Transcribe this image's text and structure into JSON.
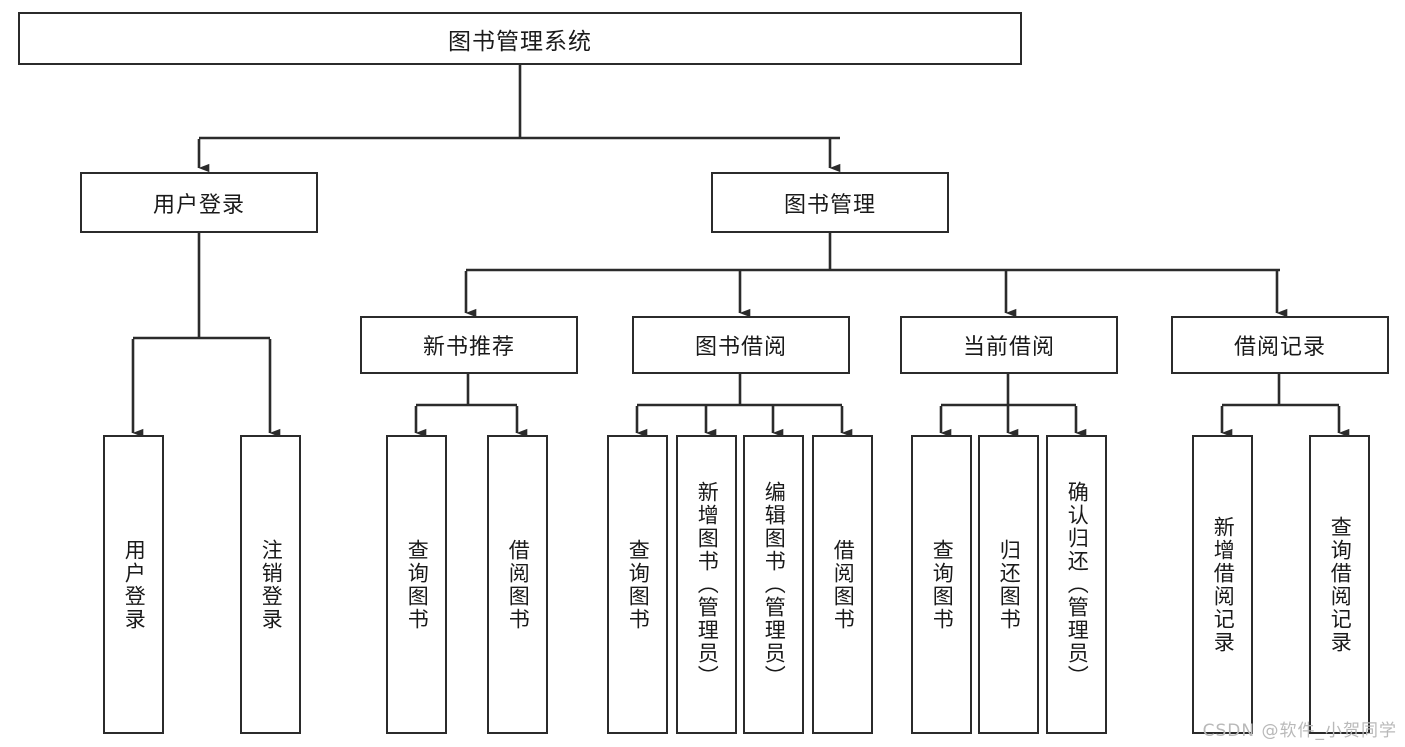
{
  "diagram": {
    "title": "图书管理系统",
    "type": "hierarchical-tree",
    "watermark": "CSDN @软件_小贺同学",
    "colors": {
      "background": "#ffffff",
      "box_border": "#2b2b2b",
      "box_fill": "#ffffff",
      "edge": "#2b2b2b",
      "text": "#1a1a1a",
      "watermark": "#b9b9b9"
    },
    "levels": {
      "level1": [
        {
          "id": "root",
          "label": "图书管理系统"
        }
      ],
      "level2": [
        {
          "id": "user-login",
          "label": "用户登录",
          "parent": "root"
        },
        {
          "id": "book-manage",
          "label": "图书管理",
          "parent": "root"
        }
      ],
      "level3": [
        {
          "id": "new-book-recommend",
          "label": "新书推荐",
          "parent": "book-manage"
        },
        {
          "id": "book-borrow",
          "label": "图书借阅",
          "parent": "book-manage"
        },
        {
          "id": "current-borrow",
          "label": "当前借阅",
          "parent": "book-manage"
        },
        {
          "id": "borrow-record",
          "label": "借阅记录",
          "parent": "book-manage"
        }
      ],
      "leaves": [
        {
          "id": "leaf-user-login",
          "label": "用户登录",
          "parent": "user-login"
        },
        {
          "id": "leaf-logout-login",
          "label": "注销登录",
          "parent": "user-login"
        },
        {
          "id": "leaf-query-book-1",
          "label": "查询图书",
          "parent": "new-book-recommend"
        },
        {
          "id": "leaf-borrow-book-1",
          "label": "借阅图书",
          "parent": "new-book-recommend"
        },
        {
          "id": "leaf-query-book-2",
          "label": "查询图书",
          "parent": "book-borrow"
        },
        {
          "id": "leaf-add-book",
          "label": "新增图书（管理员）",
          "parent": "book-borrow"
        },
        {
          "id": "leaf-edit-book",
          "label": "编辑图书（管理员）",
          "parent": "book-borrow"
        },
        {
          "id": "leaf-borrow-book-2",
          "label": "借阅图书",
          "parent": "book-borrow"
        },
        {
          "id": "leaf-query-book-3",
          "label": "查询图书",
          "parent": "current-borrow"
        },
        {
          "id": "leaf-return-book",
          "label": "归还图书",
          "parent": "current-borrow"
        },
        {
          "id": "leaf-confirm-return",
          "label": "确认归还（管理员）",
          "parent": "current-borrow"
        },
        {
          "id": "leaf-add-record",
          "label": "新增借阅记录",
          "parent": "borrow-record"
        },
        {
          "id": "leaf-query-record",
          "label": "查询借阅记录",
          "parent": "borrow-record"
        }
      ]
    }
  }
}
